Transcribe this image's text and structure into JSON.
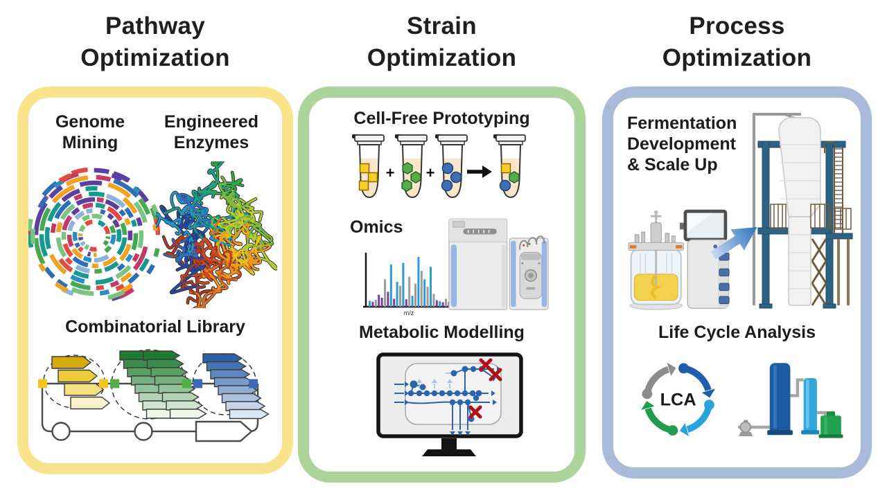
{
  "panels": {
    "pathway": {
      "title_lines": [
        "Pathway",
        "Optimization"
      ],
      "border_color": "#F9E48B",
      "sections": {
        "genome_mining": {
          "label_lines": [
            "Genome",
            "Mining"
          ],
          "palette": [
            "#2F6DB5",
            "#8FB1DD",
            "#C23A68",
            "#E04B42",
            "#169A90",
            "#47A854",
            "#F0A322",
            "#5C3FA0",
            "#2A8FBF",
            "#7BC47F"
          ]
        },
        "engineered_enzymes": {
          "label_lines": [
            "Engineered",
            "Enzymes"
          ],
          "palette": [
            "#27479E",
            "#2E6FC0",
            "#2196C9",
            "#18A28C",
            "#31A848",
            "#7CB93E",
            "#B6CC2F",
            "#E8C41C",
            "#EF9A1D",
            "#E4731F",
            "#D24A20",
            "#B03A21"
          ]
        },
        "combinatorial_library": {
          "label": "Combinatorial Library",
          "yellow_shades": [
            "#D3AB0E",
            "#EECB3A",
            "#F4DF82",
            "#F9F1C9"
          ],
          "green_range": [
            "#1E7C31",
            "#EEF6EA"
          ],
          "blue_range": [
            "#2D5FA8",
            "#DCE8F6"
          ],
          "connector_colors": {
            "yellow": "#F2C71C",
            "green": "#53B047",
            "blue": "#3A6CB4"
          }
        }
      }
    },
    "strain": {
      "title_lines": [
        "Strain",
        "Optimization"
      ],
      "border_color": "#ACD59B",
      "sections": {
        "cell_free_prototyping": {
          "label": "Cell-Free Prototyping",
          "plus_sign": "+",
          "liquid_color": "#F9E6C8",
          "tubes": [
            [
              "square",
              "square",
              "square"
            ],
            [
              "hexagon",
              "hexagon",
              "hexagon"
            ],
            [
              "circle",
              "circle",
              "circle"
            ],
            [
              "square",
              "hexagon",
              "circle"
            ]
          ],
          "shape_colors": {
            "square": "#F6CF25",
            "hexagon": "#53AE49",
            "circle": "#3E6FB5"
          }
        },
        "omics": {
          "label": "Omics",
          "spectrum": {
            "xlabel": "m/z",
            "bar_colors": {
              "b": "#2E9BD4",
              "p": "#7A3F9B",
              "g": "#9C9C9C"
            },
            "bars": [
              [
                0.12,
                "b"
              ],
              [
                0.1,
                "p"
              ],
              [
                0.14,
                "g"
              ],
              [
                0.24,
                "p"
              ],
              [
                0.18,
                "p"
              ],
              [
                0.55,
                "g"
              ],
              [
                0.3,
                "p"
              ],
              [
                0.85,
                "b"
              ],
              [
                0.16,
                "p"
              ],
              [
                0.5,
                "b"
              ],
              [
                0.42,
                "g"
              ],
              [
                0.88,
                "b"
              ],
              [
                0.15,
                "p"
              ],
              [
                0.6,
                "g"
              ],
              [
                0.22,
                "b"
              ],
              [
                0.46,
                "g"
              ],
              [
                1.0,
                "b"
              ],
              [
                0.72,
                "g"
              ],
              [
                0.55,
                "b"
              ],
              [
                0.4,
                "g"
              ],
              [
                0.8,
                "b"
              ],
              [
                0.26,
                "g"
              ],
              [
                0.13,
                "p"
              ],
              [
                0.11,
                "b"
              ],
              [
                0.09,
                "p"
              ],
              [
                0.16,
                "g"
              ],
              [
                0.1,
                "p"
              ]
            ]
          }
        },
        "metabolic_modelling": {
          "label": "Metabolic Modelling",
          "network_color": "#2B64AE",
          "knockout_color": "#B01114",
          "knockout_count": 3
        }
      }
    },
    "process": {
      "title_lines": [
        "Process",
        "Optimization"
      ],
      "border_color": "#A9BBDB",
      "sections": {
        "fermentation": {
          "label_lines": [
            "Fermentation",
            "Development",
            "& Scale Up"
          ],
          "arrow_color": "#2F72BD"
        },
        "life_cycle_analysis": {
          "label": "Life Cycle Analysis",
          "center_label": "LCA",
          "arc_colors": {
            "gray": "#8C8C8C",
            "dark_blue": "#1E5FAD",
            "light_blue": "#2AA3DC",
            "green": "#219B4E"
          },
          "columns_colors": {
            "dark_blue": "#1C5BA3",
            "light_blue": "#2FA7DA",
            "green": "#23A14F"
          }
        }
      }
    }
  }
}
